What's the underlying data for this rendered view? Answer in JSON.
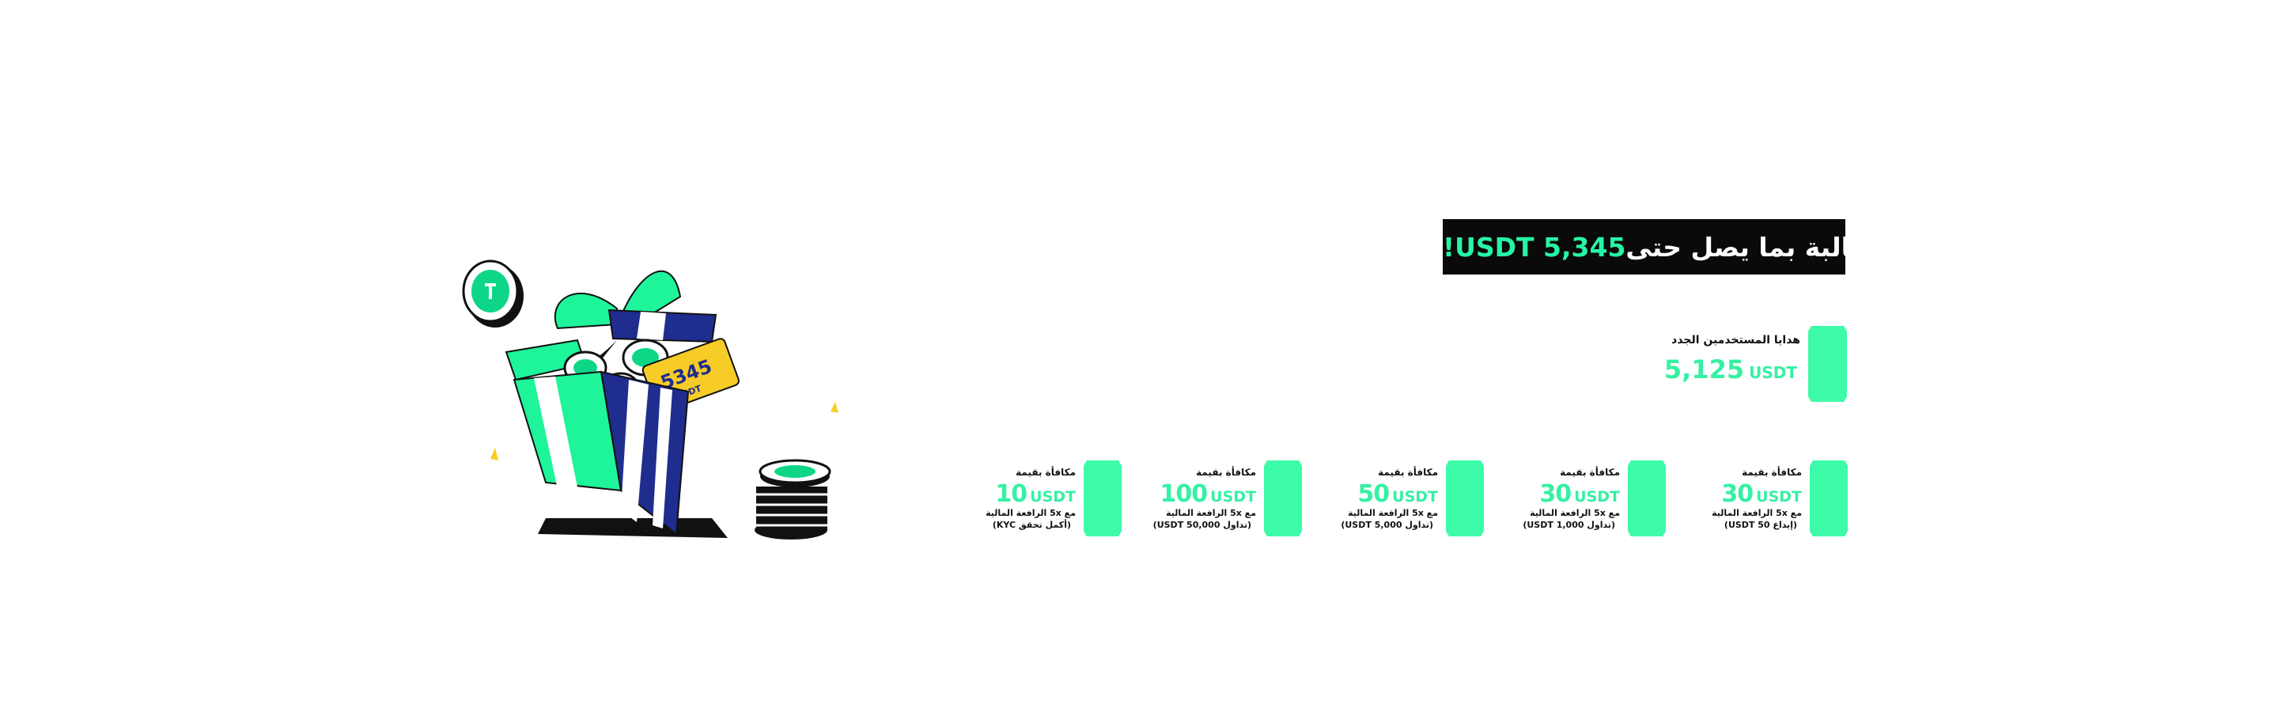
{
  "banner": {
    "prefix": "مطالبة بما يصل حتى ",
    "highlight": "5,345 USDT!"
  },
  "new_user": {
    "label": "هدايا المستخدمين الجدد",
    "amount": "5,125",
    "unit": "USDT"
  },
  "cards": [
    {
      "title": "مكافأة بقيمة",
      "amount": "30",
      "unit": "USDT",
      "leverage": "مع 5x الرافعة المالية",
      "condition": "(إيداع 50 USDT)"
    },
    {
      "title": "مكافأة بقيمة",
      "amount": "30",
      "unit": "USDT",
      "leverage": "مع 5x الرافعة المالية",
      "condition": "(تداول 1,000 USDT)"
    },
    {
      "title": "مكافأة بقيمة",
      "amount": "50",
      "unit": "USDT",
      "leverage": "مع 5x الرافعة المالية",
      "condition": "(تداول 5,000 USDT)"
    },
    {
      "title": "مكافأة بقيمة",
      "amount": "100",
      "unit": "USDT",
      "leverage": "مع 5x الرافعة المالية",
      "condition": "(تداول 50,000 USDT)"
    },
    {
      "title": "مكافأة بقيمة",
      "amount": "10",
      "unit": "USDT",
      "leverage": "مع 5x الرافعة المالية",
      "condition": "(أكمل تحقق KYC)"
    }
  ],
  "illustration": {
    "ticket_number": "5345",
    "ticket_unit": "USDT"
  },
  "colors": {
    "accent_green": "#3dfba9",
    "banner_bg": "#0a0a0a",
    "gift_blue": "#1f2d8f",
    "ticket_yellow": "#f7cc27"
  }
}
